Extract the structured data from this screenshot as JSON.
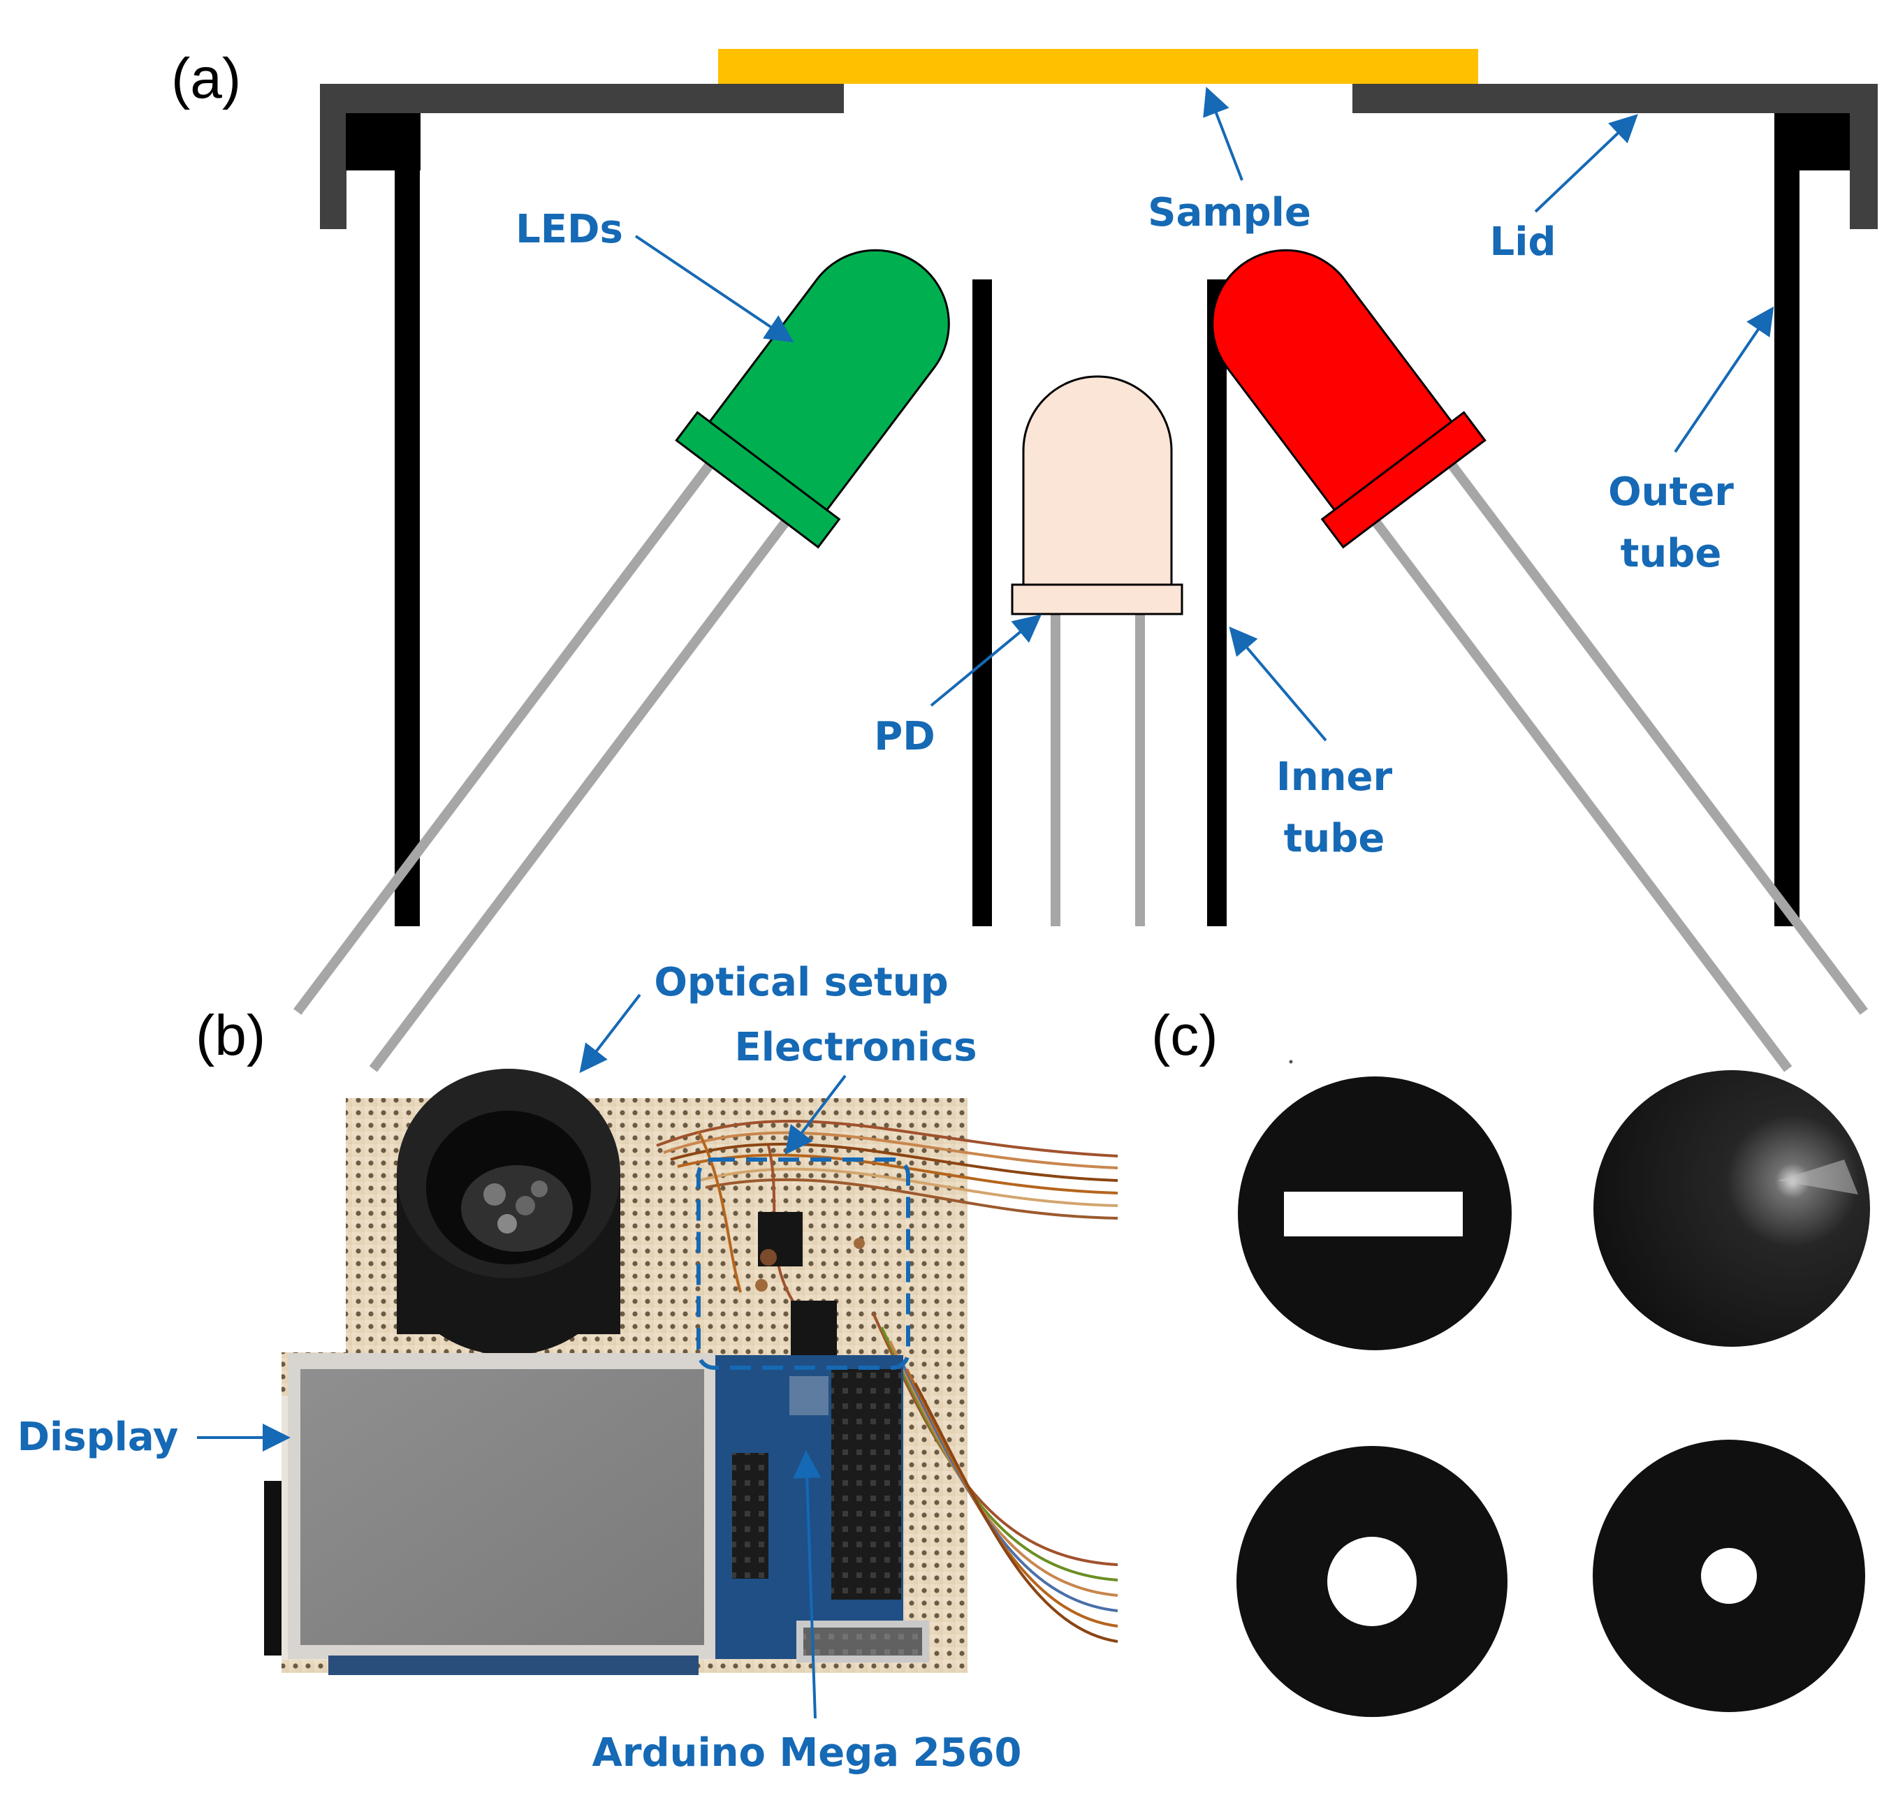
{
  "panels": {
    "a": "(a)",
    "b": "(b)",
    "c": "(c)"
  },
  "labels": {
    "leds": "LEDs",
    "sample": "Sample",
    "lid": "Lid",
    "outer_tube_1": "Outer",
    "outer_tube_2": "tube",
    "pd": "PD",
    "inner_tube_1": "Inner",
    "inner_tube_2": "tube",
    "optical_setup": "Optical setup",
    "electronics": "Electronics",
    "display": "Display",
    "arduino": "Arduino Mega 2560"
  },
  "colors": {
    "label_blue": "#1569b5",
    "sample": "#ffc000",
    "lid": "#404040",
    "tube": "#000000",
    "led_green": "#00b050",
    "led_red": "#ff0000",
    "photodiode": "#fbe5d6",
    "lead": "#a6a6a6"
  }
}
